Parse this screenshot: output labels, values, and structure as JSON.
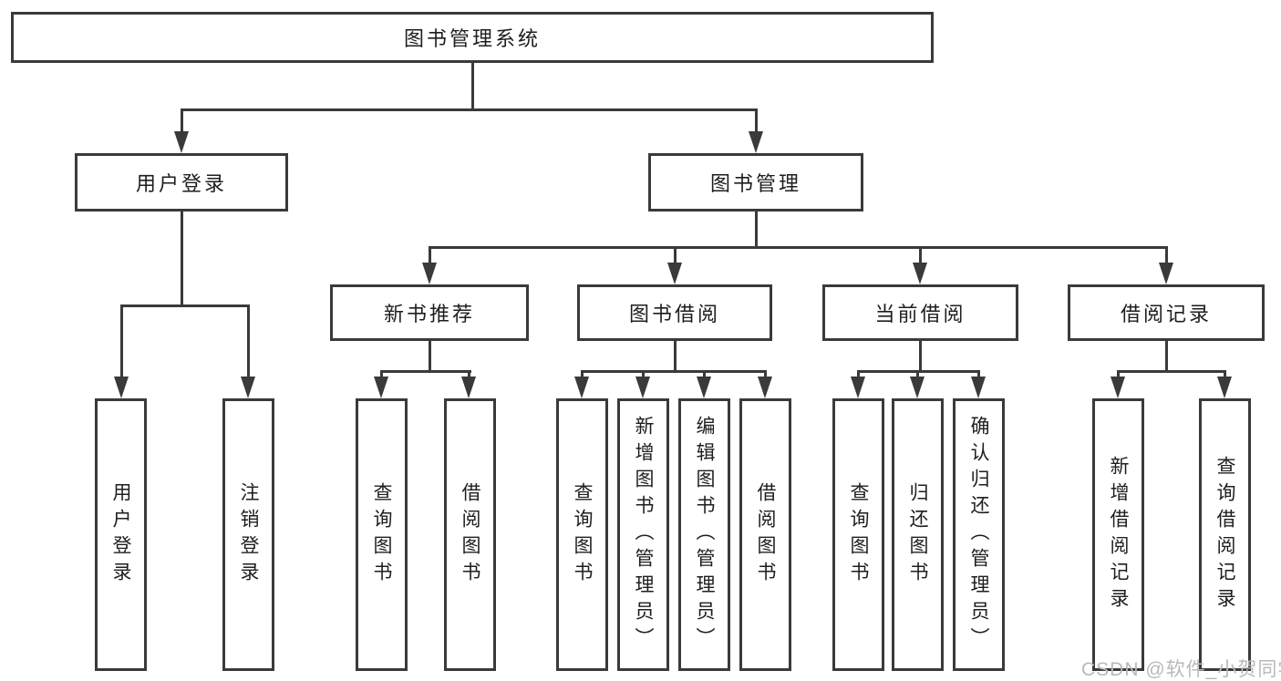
{
  "diagram_title": "图书管理系统",
  "colors": {
    "line": "#3a3a3a",
    "text": "#1e1e1e",
    "background": "#ffffff",
    "watermark": "#b9b9b9"
  },
  "tree": {
    "label": "图书管理系统",
    "children": [
      {
        "label": "用户登录",
        "children": [
          {
            "label": "用户登录"
          },
          {
            "label": "注销登录"
          }
        ]
      },
      {
        "label": "图书管理",
        "children": [
          {
            "label": "新书推荐",
            "children": [
              {
                "label": "查询图书"
              },
              {
                "label": "借阅图书"
              }
            ]
          },
          {
            "label": "图书借阅",
            "children": [
              {
                "label": "查询图书"
              },
              {
                "label": "新增图书（管理员）"
              },
              {
                "label": "编辑图书（管理员）"
              },
              {
                "label": "借阅图书"
              }
            ]
          },
          {
            "label": "当前借阅",
            "children": [
              {
                "label": "查询图书"
              },
              {
                "label": "归还图书"
              },
              {
                "label": "确认归还（管理员）"
              }
            ]
          },
          {
            "label": "借阅记录",
            "children": [
              {
                "label": "新增借阅记录"
              },
              {
                "label": "查询借阅记录"
              }
            ]
          }
        ]
      }
    ]
  },
  "watermark": {
    "text": "CSDN @软件_小贺同学"
  }
}
